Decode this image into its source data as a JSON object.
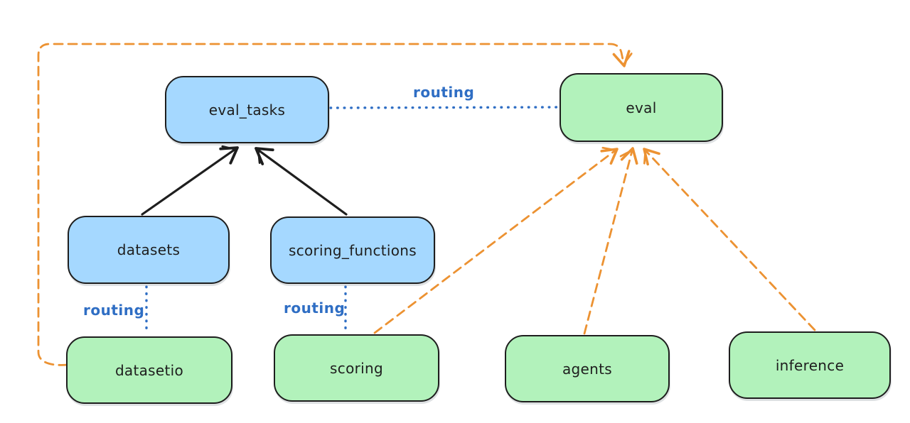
{
  "diagram": {
    "type": "architecture-routing-diagram",
    "colors": {
      "background": "#ffffff",
      "node_stroke": "#1e1e1e",
      "api_node_fill_blue": "#a5d8ff",
      "provider_node_fill_green": "#b2f2bb",
      "routing_line_blue": "#2f6ec4",
      "dependency_line_orange": "#ec9232",
      "arrow_black": "#1e1e1e"
    },
    "nodes": {
      "eval_tasks": {
        "label": "eval_tasks",
        "fill": "blue"
      },
      "eval": {
        "label": "eval",
        "fill": "green"
      },
      "datasets": {
        "label": "datasets",
        "fill": "blue"
      },
      "scoring_functions": {
        "label": "scoring_functions",
        "fill": "blue"
      },
      "datasetio": {
        "label": "datasetio",
        "fill": "green"
      },
      "scoring": {
        "label": "scoring",
        "fill": "green"
      },
      "agents": {
        "label": "agents",
        "fill": "green"
      },
      "inference": {
        "label": "inference",
        "fill": "green"
      }
    },
    "labels": {
      "routing_top": "routing",
      "routing_left": "routing",
      "routing_middle": "routing"
    },
    "edges": [
      {
        "from": "datasets",
        "to": "eval_tasks",
        "style": "solid",
        "arrow": true,
        "color": "#1e1e1e"
      },
      {
        "from": "scoring_functions",
        "to": "eval_tasks",
        "style": "solid",
        "arrow": true,
        "color": "#1e1e1e"
      },
      {
        "from": "eval_tasks",
        "to": "eval",
        "style": "dotted",
        "arrow": false,
        "color": "#2f6ec4",
        "label": "routing"
      },
      {
        "from": "datasets",
        "to": "datasetio",
        "style": "dotted",
        "arrow": false,
        "color": "#2f6ec4",
        "label": "routing"
      },
      {
        "from": "scoring_functions",
        "to": "scoring",
        "style": "dotted",
        "arrow": false,
        "color": "#2f6ec4",
        "label": "routing"
      },
      {
        "from": "datasetio",
        "to": "eval",
        "style": "dashed",
        "arrow": true,
        "color": "#ec9232",
        "route": "around-left-and-top"
      },
      {
        "from": "scoring",
        "to": "eval",
        "style": "dashed",
        "arrow": true,
        "color": "#ec9232"
      },
      {
        "from": "agents",
        "to": "eval",
        "style": "dashed",
        "arrow": true,
        "color": "#ec9232"
      },
      {
        "from": "inference",
        "to": "eval",
        "style": "dashed",
        "arrow": true,
        "color": "#ec9232"
      }
    ]
  }
}
